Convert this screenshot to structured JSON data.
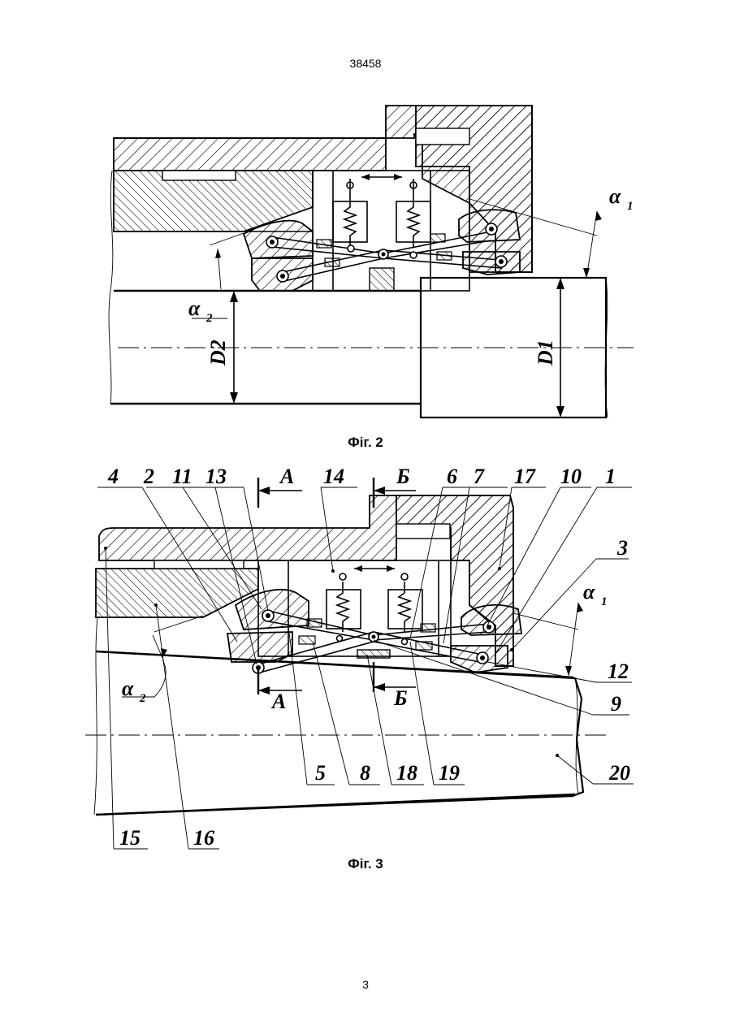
{
  "page": {
    "number_top": "38458",
    "number_bottom": "3"
  },
  "fig2": {
    "caption": "Фіг. 2",
    "labels": {
      "alpha1": "α",
      "alpha1_sub": "1",
      "alpha2": "α",
      "alpha2_sub": "2",
      "d1": "D1",
      "d2": "D2"
    }
  },
  "fig3": {
    "caption": "Фіг. 3",
    "section_a_top": "А",
    "section_a_bottom": "А",
    "section_b_top": "Б",
    "section_b_bottom": "Б",
    "alpha1": "α",
    "alpha1_sub": "1",
    "alpha2": "α",
    "alpha2_sub": "2",
    "callouts": [
      "4",
      "2",
      "11",
      "13",
      "14",
      "6",
      "7",
      "17",
      "10",
      "1",
      "3",
      "12",
      "9",
      "20",
      "5",
      "8",
      "18",
      "19",
      "15",
      "16"
    ]
  }
}
